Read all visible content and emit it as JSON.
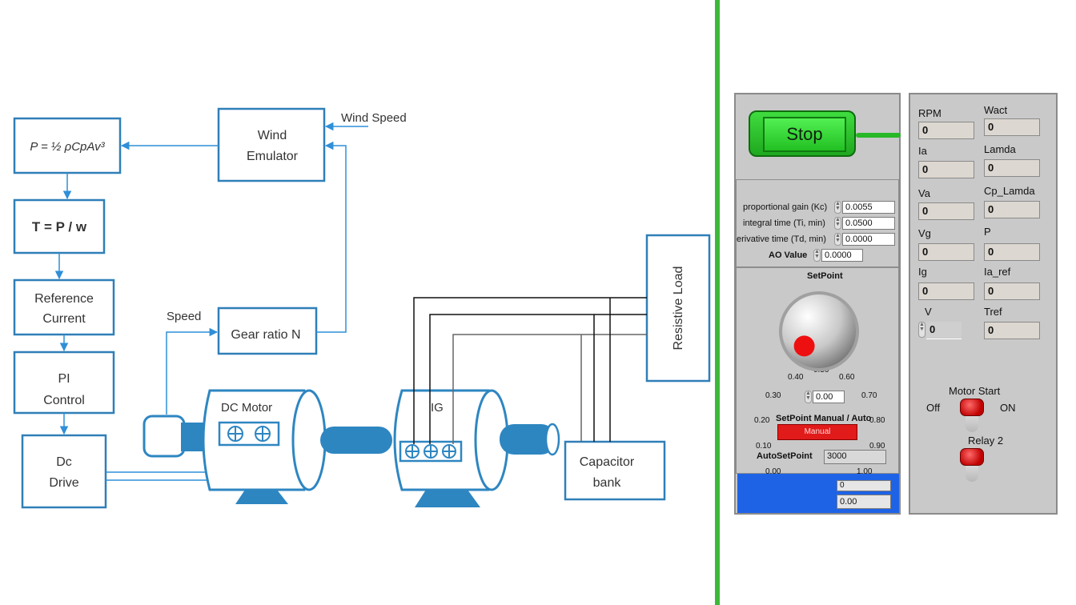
{
  "diagram": {
    "power_formula": "P = ½ ρCpAv³",
    "torque_formula": "T = P / w",
    "reference_current": [
      "Reference",
      "Current"
    ],
    "pi_control": [
      "PI",
      "Control"
    ],
    "dc_drive": [
      "Dc",
      "Drive"
    ],
    "wind_emulator": [
      "Wind",
      "Emulator"
    ],
    "wind_speed": "Wind Speed",
    "gear_ratio": "Gear ratio N",
    "speed": "Speed",
    "dc_motor": "DC  Motor",
    "ig": "IG",
    "capacitor_bank": [
      "Capacitor",
      "bank"
    ],
    "resistive_load": "Resistive Load"
  },
  "control_panel": {
    "stop_label": "Stop",
    "pid": {
      "kc_label": "proportional gain (Kc)",
      "kc_value": "0.0055",
      "ti_label": "integral time (Ti, min)",
      "ti_value": "0.0500",
      "td_label": "erivative time (Td, min)",
      "td_value": "0.0000",
      "ao_label": "AO Value",
      "ao_value": "0.0000"
    },
    "setpoint": {
      "title": "SetPoint",
      "ticks": [
        "0.00",
        "0.10",
        "0.20",
        "0.30",
        "0.40",
        "0.50",
        "0.60",
        "0.70",
        "0.80",
        "0.90",
        "1.00"
      ],
      "value": "0.00",
      "level": 0.0
    },
    "mode_label": "SetPoint Manual / Auto",
    "mode_value": "Manual",
    "auto_label": "AutoSetPoint",
    "auto_value": "3000",
    "out1": "0",
    "out2": "0.00"
  },
  "measurements": {
    "rpm_label": "RPM",
    "rpm": "0",
    "wact_label": "Wact",
    "wact": "0",
    "ia_label": "Ia",
    "ia": "0",
    "lamda_label": "Lamda",
    "lamda": "0",
    "va_label": "Va",
    "va": "0",
    "cp_label": "Cp_Lamda",
    "cp": "0",
    "vg_label": "Vg",
    "vg": "0",
    "p_label": "P",
    "p": "0",
    "ig_label": "Ig",
    "ig": "0",
    "iaref_label": "Ia_ref",
    "iaref": "0",
    "v_label": "V",
    "v": "0",
    "tref_label": "Tref",
    "tref": "0",
    "motor_start_label": "Motor Start",
    "off_label": "Off",
    "on_label": "ON",
    "relay2_label": "Relay 2"
  },
  "colors": {
    "box_border": "#2f7fb8",
    "arrow": "#2f8fd8",
    "machine": "#2e86c1",
    "stop_green": "#2ecc2e",
    "divider_green": "#3db83a",
    "indicator_red": "#e11a1a",
    "panel_blue": "#1e63e6"
  }
}
